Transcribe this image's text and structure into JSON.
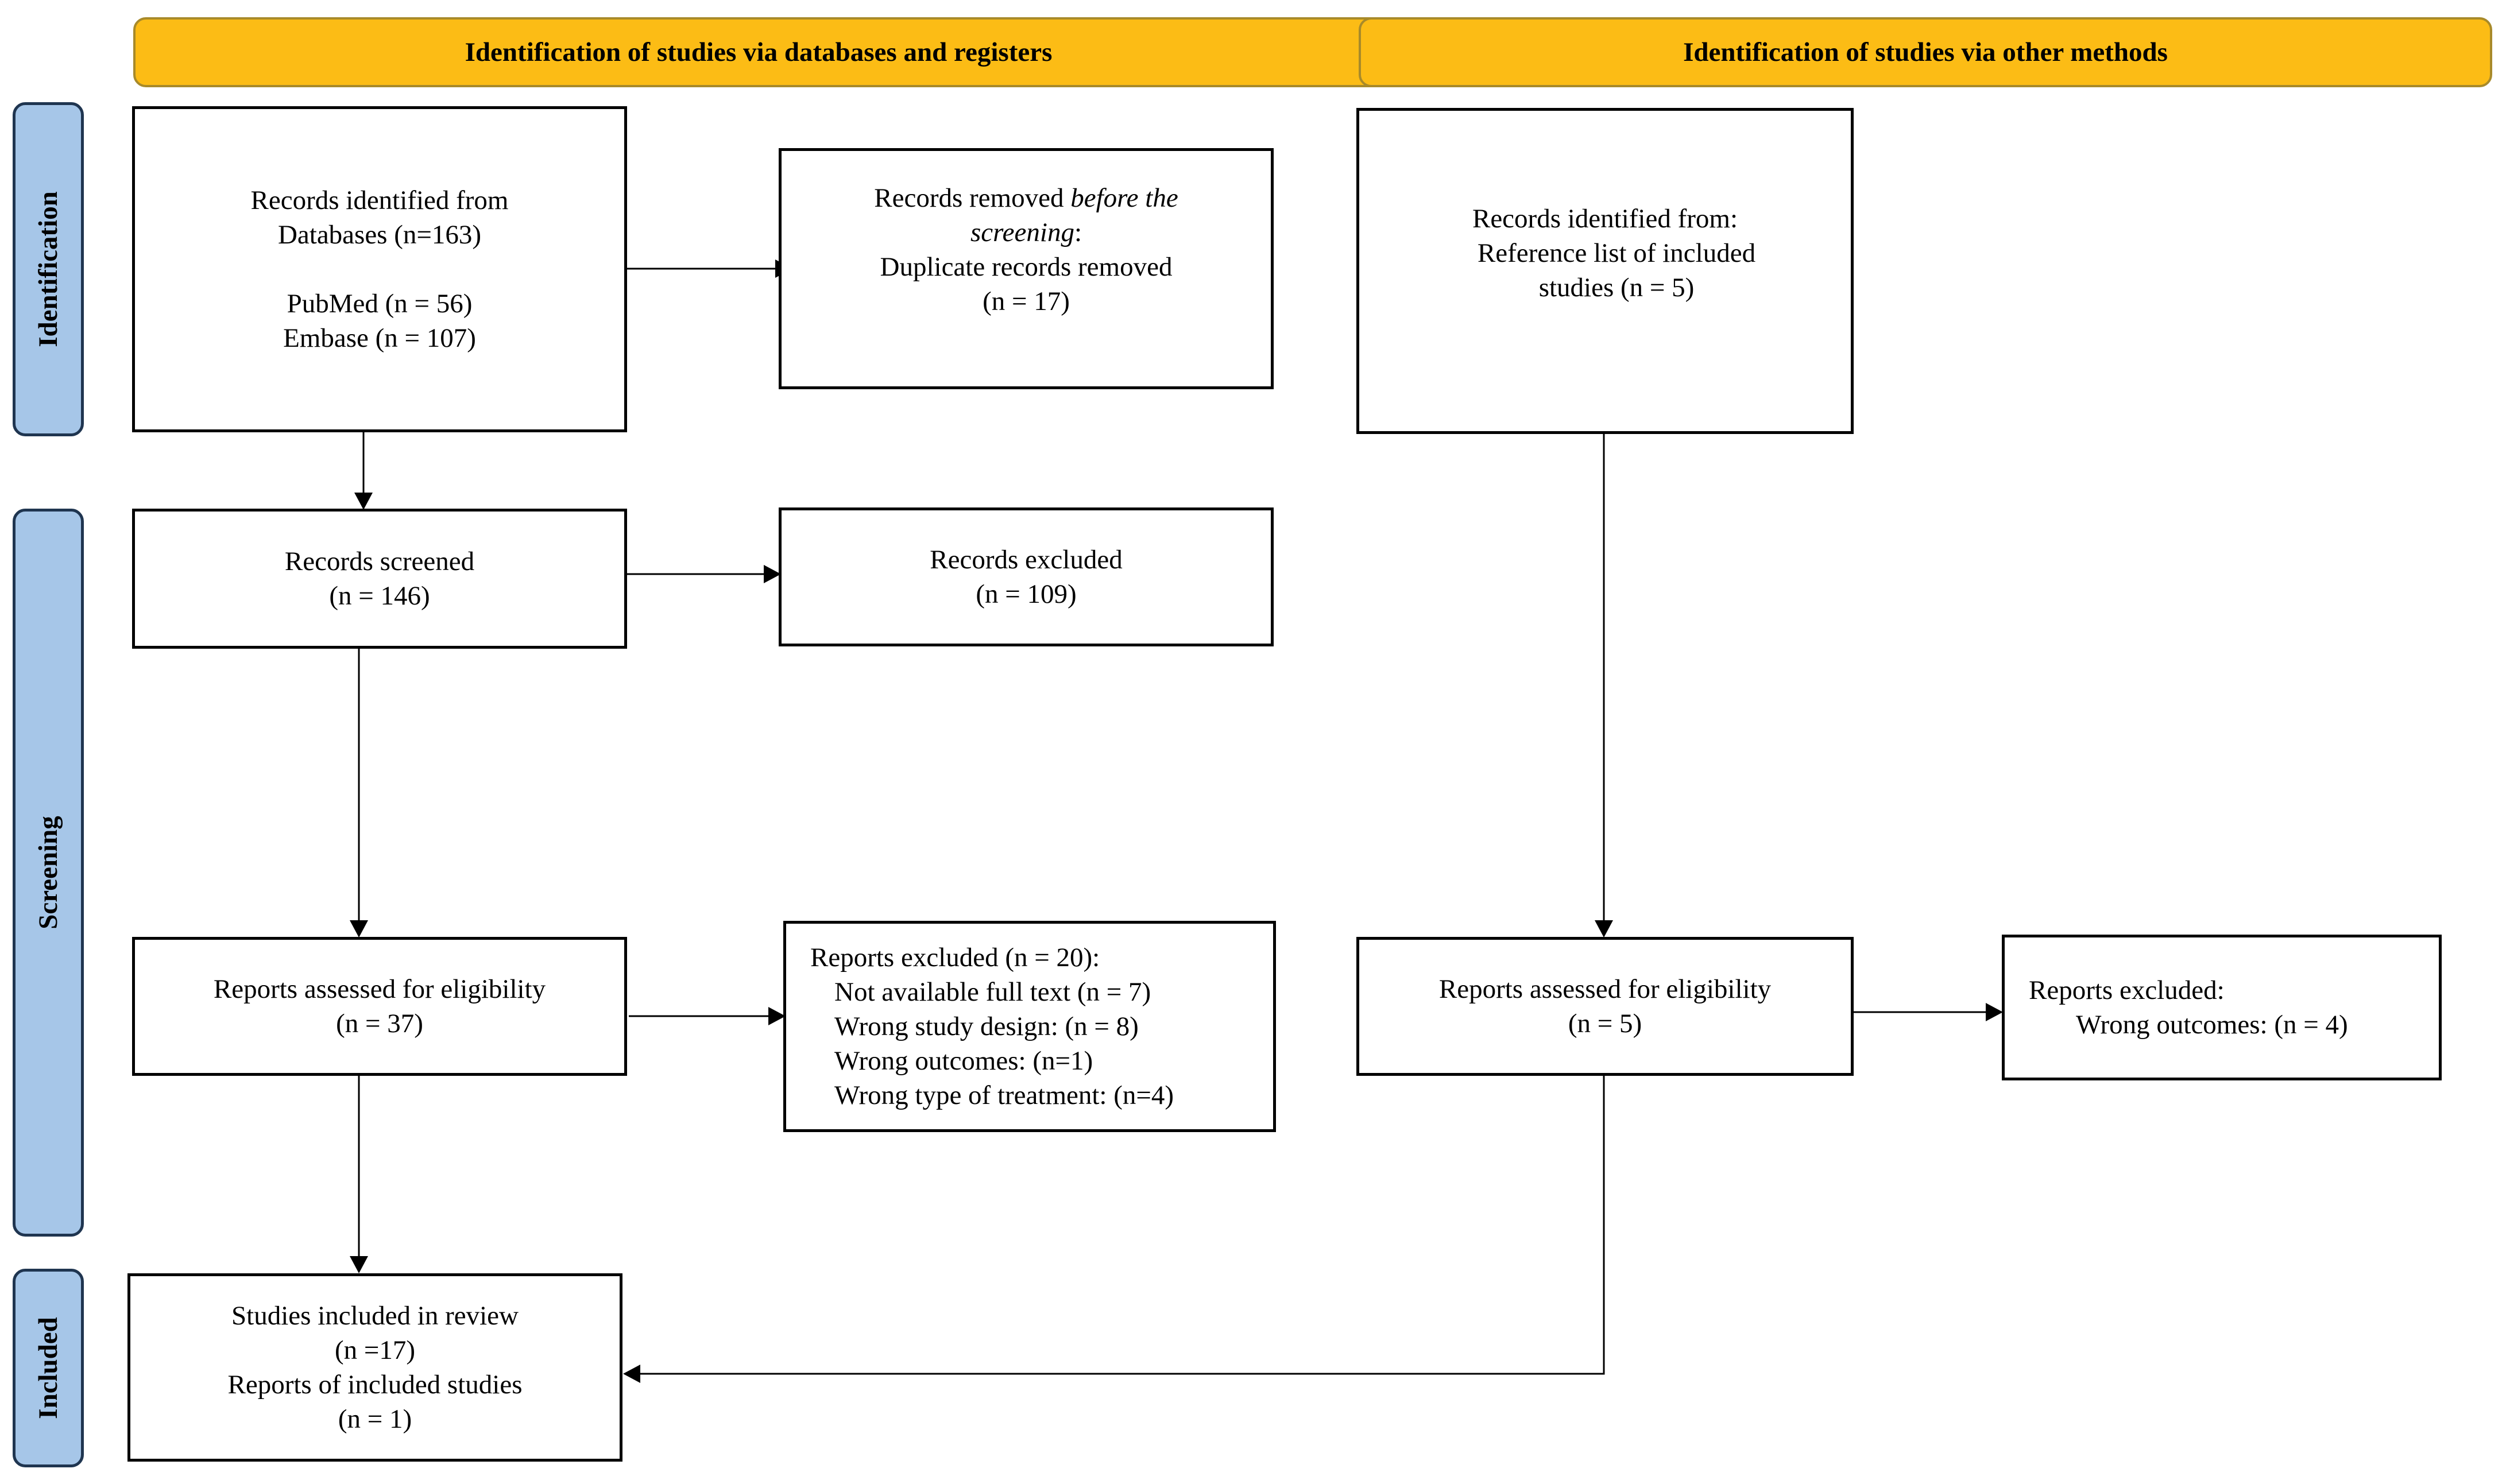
{
  "colors": {
    "header_fill": "#fcbc15",
    "phase_fill": "#a6c6e8",
    "box_border": "#000000",
    "arrow": "#000000"
  },
  "headers": {
    "databases": "Identification of studies via databases and registers",
    "other_methods": "Identification of studies via other methods"
  },
  "phases": {
    "identification": "Identification",
    "screening": "Screening",
    "included": "Included"
  },
  "boxes": {
    "records_identified_db": {
      "line1": "Records identified from",
      "line2": "Databases (n=163)",
      "line3": "PubMed (n = 56)",
      "line4": "Embase (n = 107)"
    },
    "records_removed": {
      "line1_plain": "Records removed ",
      "line1_italic": "before the",
      "line2_italic": "screening",
      "line2_plain": ":",
      "line3": "Duplicate records removed",
      "line4": "(n = 17)"
    },
    "records_identified_other": {
      "line1": "Records identified from:",
      "line2": "Reference list of included",
      "line3": "studies (n = 5)"
    },
    "records_screened": {
      "line1": "Records screened",
      "line2": "(n = 146)"
    },
    "records_excluded": {
      "line1": "Records excluded",
      "line2": "(n = 109)"
    },
    "reports_assessed_db": {
      "line1": "Reports assessed for eligibility",
      "line2": "(n = 37)"
    },
    "reports_excluded_db": {
      "line1": "Reports excluded (n = 20):",
      "line2": "Not available full text (n = 7)",
      "line3": "Wrong study design: (n = 8)",
      "line4": "Wrong outcomes: (n=1)",
      "line5": "Wrong type of treatment: (n=4)"
    },
    "reports_assessed_other": {
      "line1": "Reports assessed for eligibility",
      "line2": "(n = 5)"
    },
    "reports_excluded_other": {
      "line1": "Reports excluded:",
      "line2": "Wrong outcomes: (n = 4)"
    },
    "studies_included": {
      "line1": "Studies included in review",
      "line2": "(n =17)",
      "line3": "Reports of included studies",
      "line4": "(n = 1)"
    }
  }
}
